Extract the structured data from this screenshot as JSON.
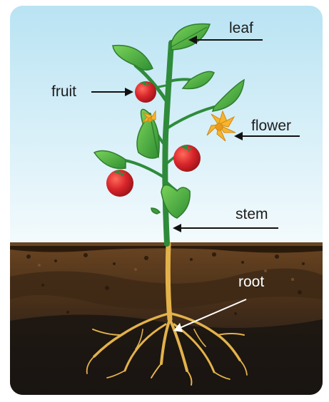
{
  "labels": {
    "leaf": "leaf",
    "fruit": "fruit",
    "flower": "flower",
    "stem": "stem",
    "root": "root"
  },
  "colors": {
    "sky_top": "#b9e3f3",
    "sky_bottom": "#f4fbfd",
    "soil_top": "#5a3a1c",
    "soil_mid": "#3f2a16",
    "soil_deep": "#1b1714",
    "stem": "#2e8b3a",
    "leaf": "#52b848",
    "leaf_dark": "#2f7d2e",
    "fruit": "#d8252b",
    "flower": "#f6b52c",
    "root": "#e3b24a",
    "arrow_dark": "#111111",
    "arrow_light": "#ffffff"
  }
}
